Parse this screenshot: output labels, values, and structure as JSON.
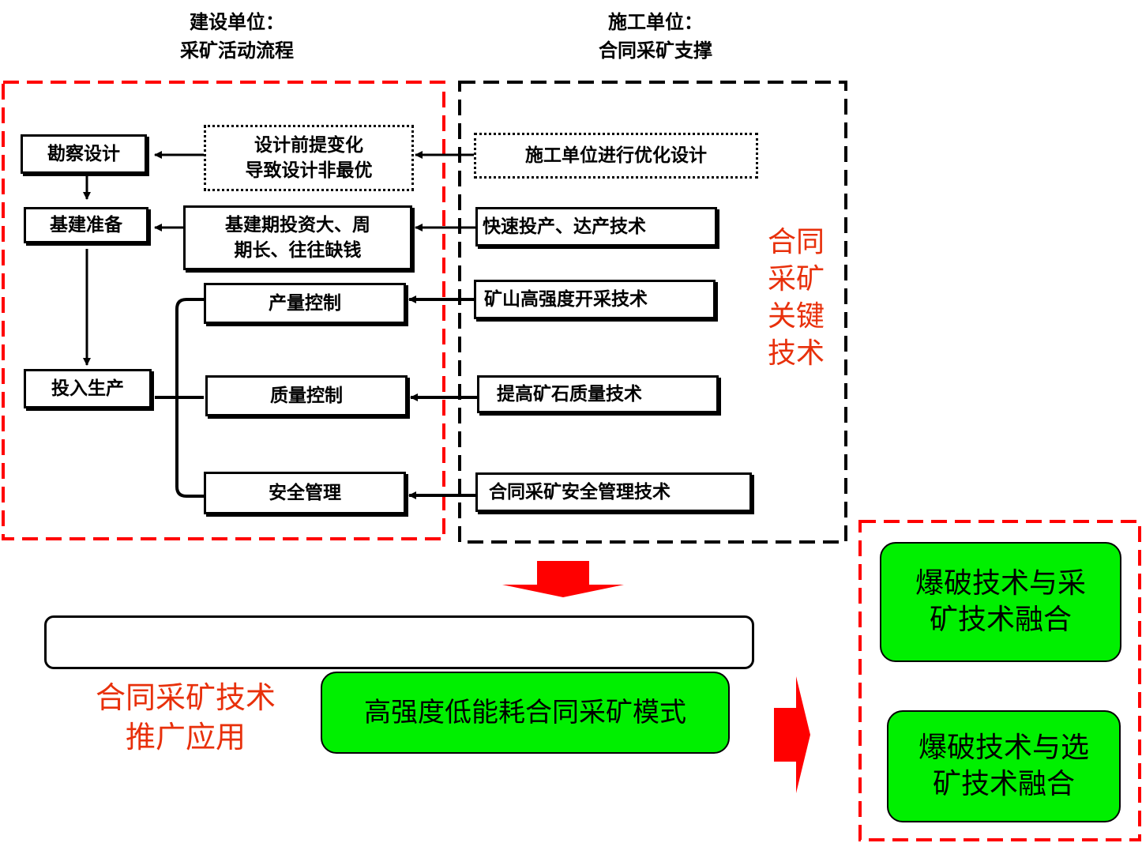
{
  "headers": {
    "owner_line1": "建设单位：",
    "owner_line2": "采矿活动流程",
    "contractor_line1": "施工单位：",
    "contractor_line2": "合同采矿支撑"
  },
  "owner_flow": {
    "survey": "勘察设计",
    "infrastructure": "基建准备",
    "production": "投入生产"
  },
  "issues": {
    "design_change_line1": "设计前提变化",
    "design_change_line2": "导致设计非最优",
    "investment_line1": "基建期投资大、周",
    "investment_line2": "期长、往往缺钱",
    "output_control": "产量控制",
    "quality_control": "质量控制",
    "safety_management": "安全管理"
  },
  "support": {
    "optimize_design": "施工单位进行优化设计",
    "fast_production": "快速投产、达产技术",
    "high_intensity": "矿山高强度开采技术",
    "ore_quality": "提高矿石质量技术",
    "safety_tech": "合同采矿安全管理技术"
  },
  "key_tech_label": [
    "合同",
    "采矿",
    "关键",
    "技术"
  ],
  "bottom": {
    "promotion_line1": "合同采矿技术",
    "promotion_line2": "推广应用",
    "mode": "高强度低能耗合同采矿模式",
    "blasting_mining_line1": "爆破技术与采",
    "blasting_mining_line2": "矿技术融合",
    "blasting_processing_line1": "爆破技术与选",
    "blasting_processing_line2": "矿技术融合"
  },
  "colors": {
    "accent_red": "#e8300b",
    "arrow_red": "#ff0000",
    "highlight_green": "#00f000",
    "frame_black": "#000000"
  }
}
